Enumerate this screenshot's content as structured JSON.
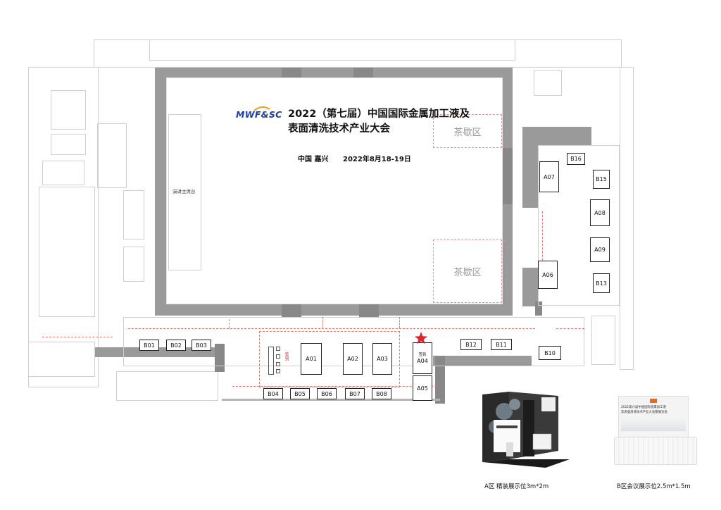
{
  "header": {
    "logo_text": "MWF&SC",
    "title_line1": "2022（第七届）中国国际金属加工液及",
    "title_line2": "表面清洗技术产业大会",
    "location": "中国 嘉兴",
    "date": "2022年8月18-19日"
  },
  "venue": {
    "stage_label": "演讲主席台",
    "tea_area_label": "茶歇区",
    "registration_label": "签到"
  },
  "booths": {
    "A01": "A01",
    "A02": "A02",
    "A03": "A03",
    "A04": "A04",
    "A05": "A05",
    "A06": "A06",
    "A07": "A07",
    "A08": "A08",
    "A09": "A09",
    "B01": "B01",
    "B02": "B02",
    "B03": "B03",
    "B04": "B04",
    "B05": "B05",
    "B06": "B06",
    "B07": "B07",
    "B08": "B08",
    "B10": "B10",
    "B11": "B11",
    "B12": "B12",
    "B13": "B13",
    "B15": "B15",
    "B16": "B16"
  },
  "legend": {
    "a_zone_caption": "A区 精装展示位3m*2m",
    "b_zone_caption": "B区会议展示位2.5m*1.5m",
    "b_banner_line1": "2021第六届中国国际金属加工液",
    "b_banner_line2": "及表面清洗技术产业大会暨展览会"
  },
  "colors": {
    "wall": "#9a9a9a",
    "arrow": "#e07a6a",
    "star": "#e0252f",
    "logo": "#1f3f9e"
  }
}
